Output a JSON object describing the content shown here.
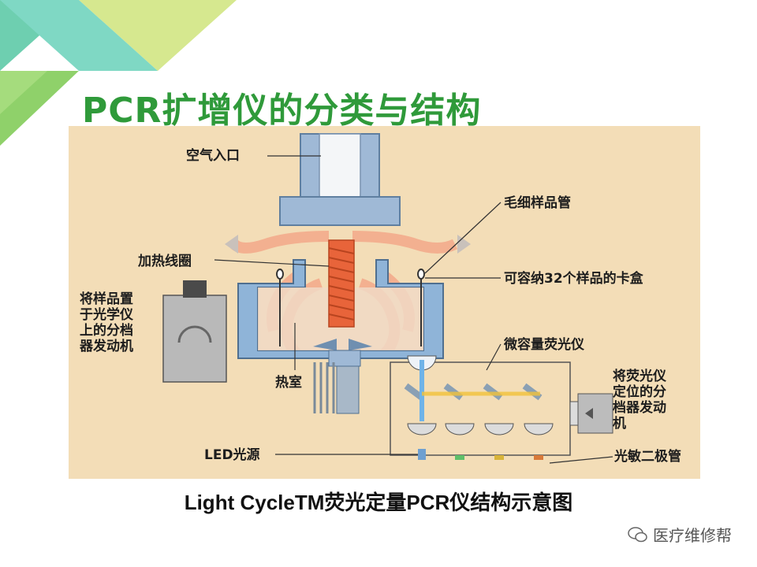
{
  "slide": {
    "title": "PCR扩增仪的分类与结构",
    "caption": "Light CycleTM荧光定量PCR仪结构示意图",
    "watermark": "医疗维修帮"
  },
  "diagram": {
    "labels": {
      "air_inlet": "空气入口",
      "capillary_tube": "毛细样品管",
      "heating_coil": "加热线圈",
      "cartridge": "可容纳32个样品的卡盒",
      "stepper_sample_lines": [
        "将样品置",
        "于光学仪",
        "上的分档",
        "器发动机"
      ],
      "micro_fluorimeter": "微容量荧光仪",
      "stepper_fluor_lines": [
        "将荧光仪",
        "定位的分",
        "档器发动",
        "机"
      ],
      "heat_chamber": "热室",
      "led_source": "LED光源",
      "photodiode": "光敏二极管"
    }
  },
  "colors": {
    "title_green": "#2f9a3a",
    "background_panel": "#f3ddb7",
    "housing_blue": "#8fb4d8",
    "heating_orange": "#e8643a",
    "airflow_salmon": "#f4a98a"
  }
}
